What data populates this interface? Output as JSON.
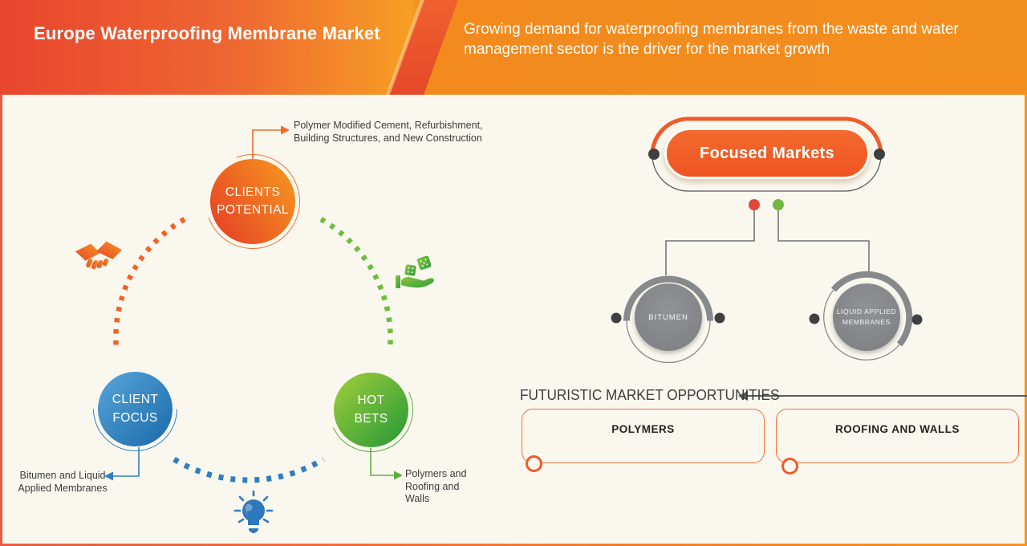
{
  "header": {
    "title": "Europe Waterproofing Membrane Market",
    "subtitle": "Growing demand for waterproofing membranes from the waste and water management sector is the driver for the market growth"
  },
  "cycle": {
    "nodes": [
      {
        "id": "clients-potential",
        "label": "CLIENTS\nPOTENTIAL",
        "color": "#f05a28",
        "annotation": "Polymer Modified Cement, Refurbishment,\nBuilding Structures, and New Construction"
      },
      {
        "id": "client-focus",
        "label": "CLIENT\nFOCUS",
        "color": "#2e7fc1",
        "annotation": "Bitumen and Liquid\nApplied Membranes"
      },
      {
        "id": "hot-bets",
        "label": "HOT\nBETS",
        "color": "#5cb23a",
        "annotation": "Polymers and\nRoofing and\nWalls"
      }
    ],
    "icons": [
      "handshake-icon",
      "dice-in-hand-icon",
      "lightbulb-icon"
    ]
  },
  "focused_markets": {
    "title": "Focused Markets",
    "legend_colors": {
      "red": "#e2453a",
      "green": "#72b844"
    },
    "children": [
      {
        "label": "BITUMEN"
      },
      {
        "label": "LIQUID APPLIED\nMEMBRANES"
      }
    ]
  },
  "opportunities": {
    "heading": "FUTURISTIC MARKET OPPORTUNITIES",
    "items": [
      {
        "label": "POLYMERS"
      },
      {
        "label": "ROOFING AND WALLS"
      }
    ]
  },
  "colors": {
    "header_gradient_left": "#e8462d",
    "header_gradient_right": "#f28e1e",
    "background": "#faf8ee",
    "orange_accent": "#f15a29",
    "blue_accent": "#2e7fc1",
    "green_accent": "#5cb23a",
    "gray_node": "#7f8184",
    "line_gray": "#58595b",
    "text_dark": "#3a3a3a"
  }
}
